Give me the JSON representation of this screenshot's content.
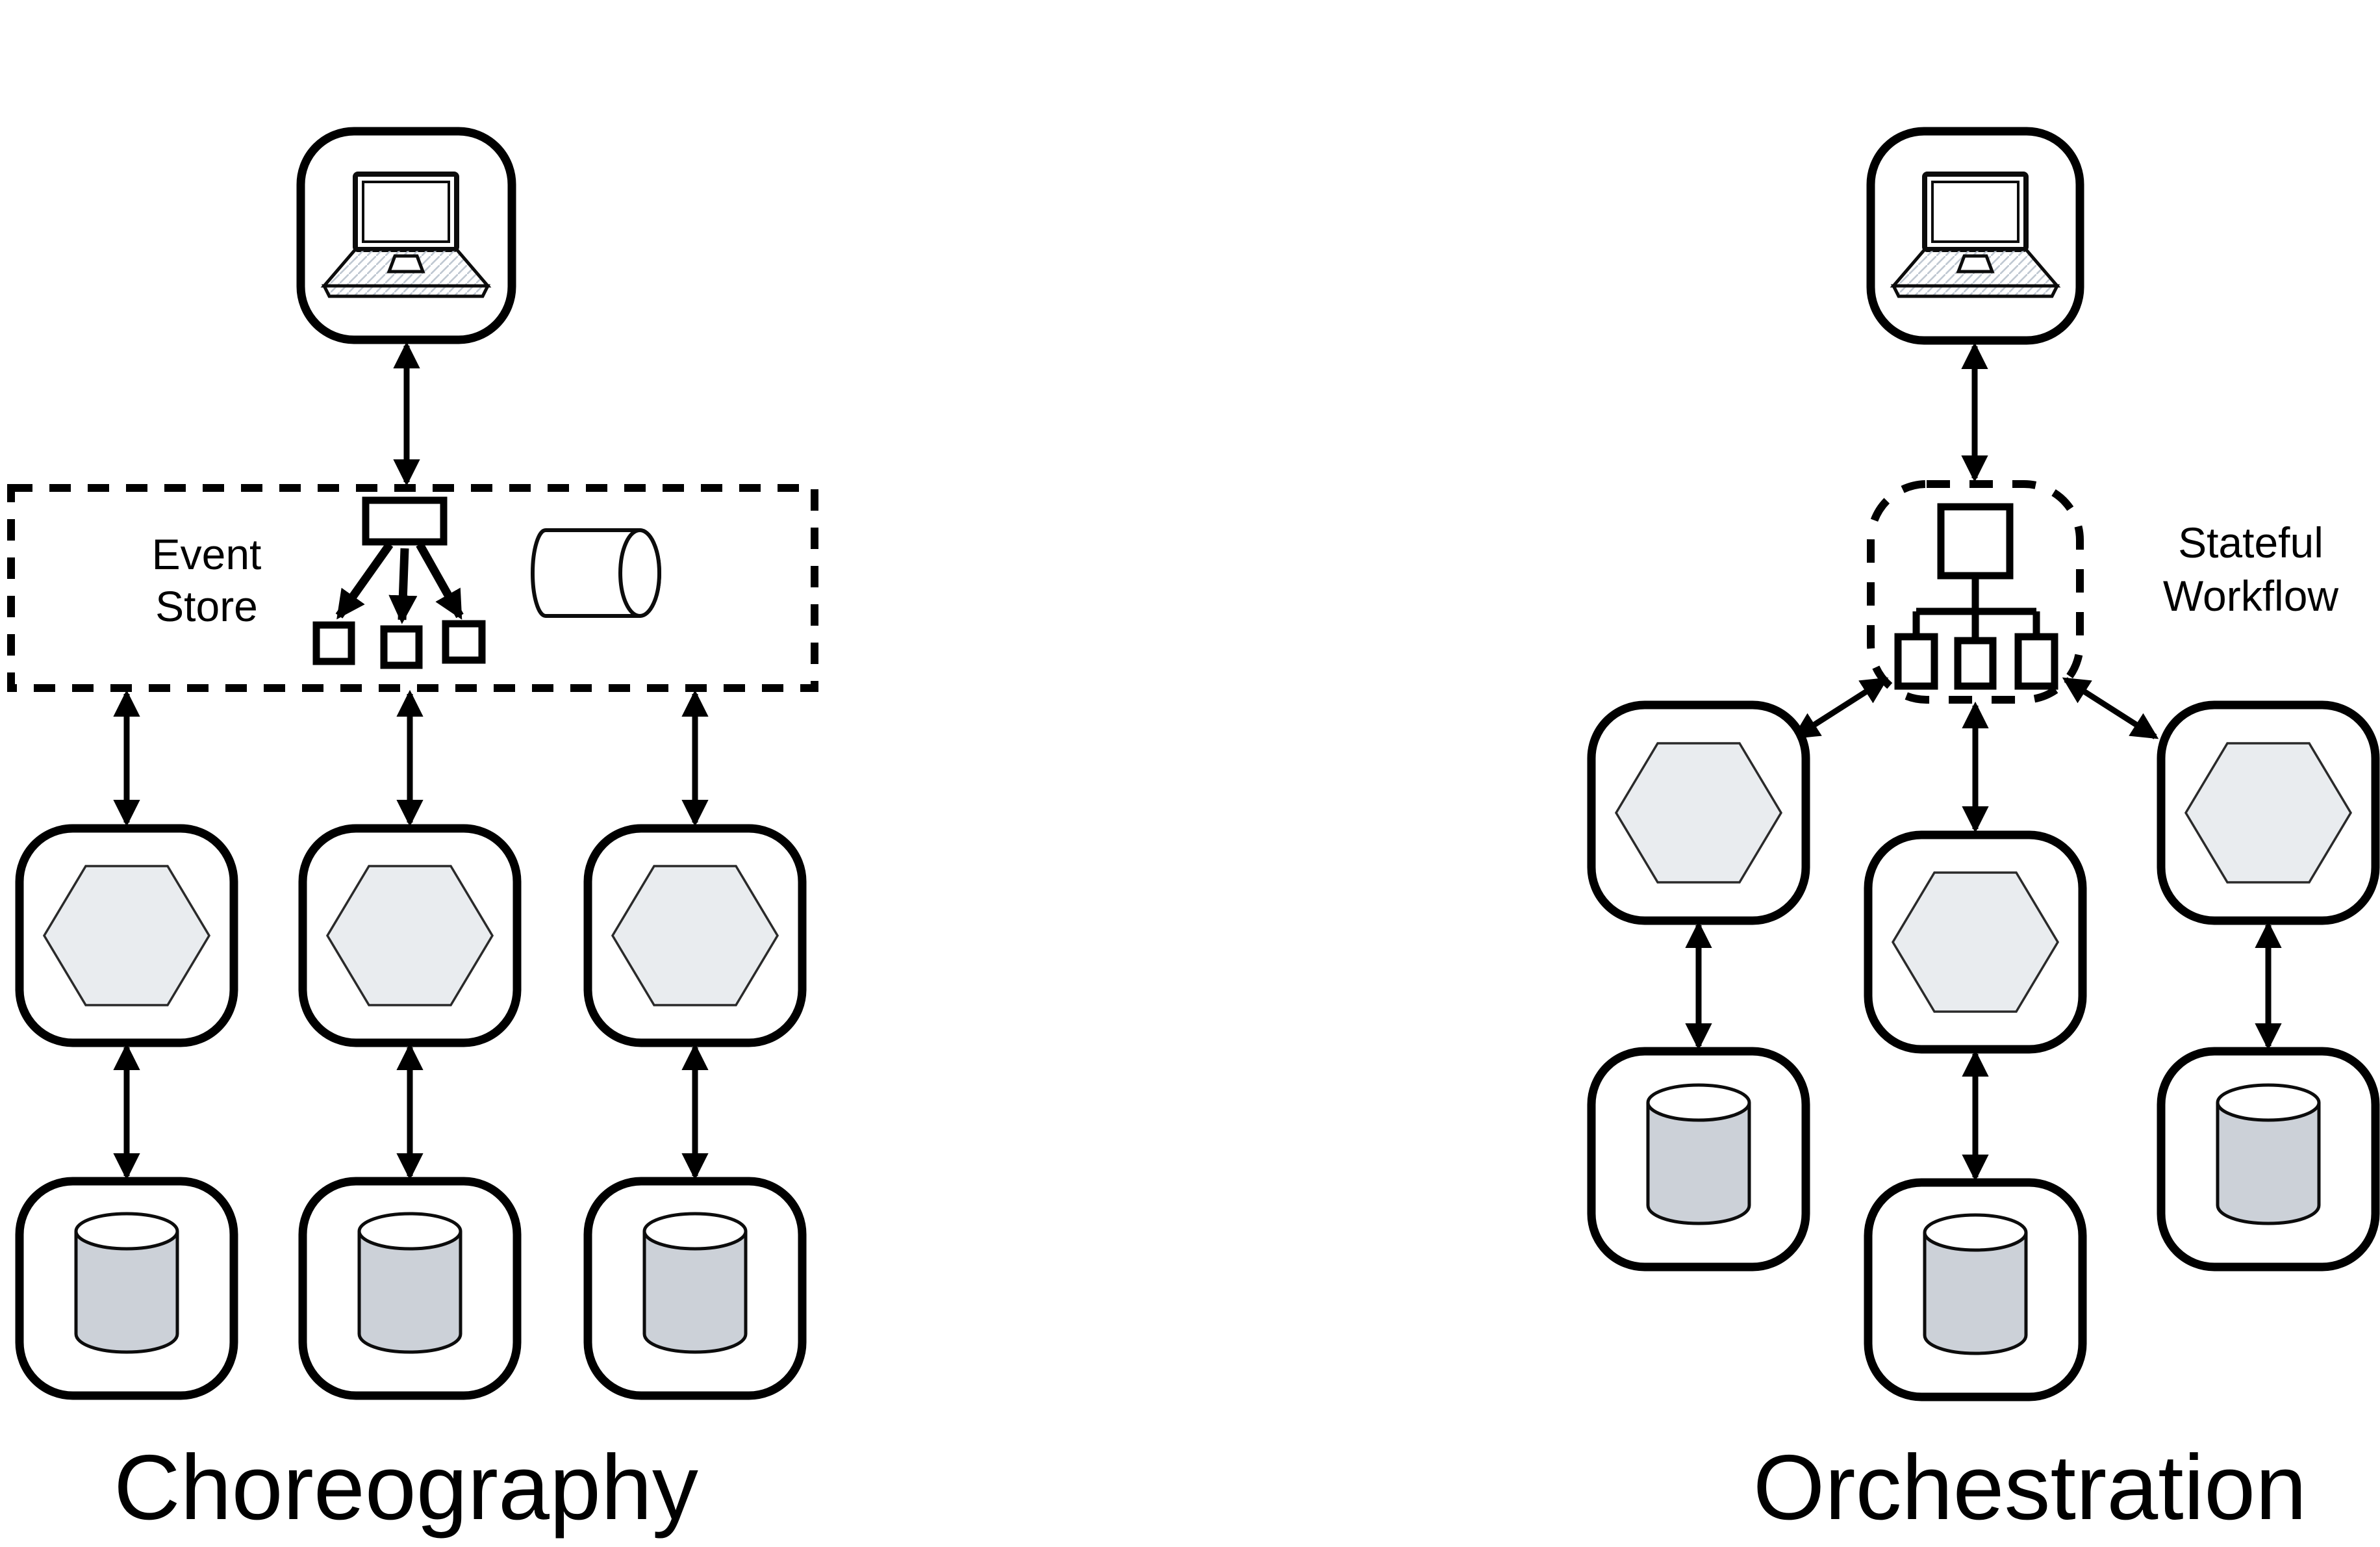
{
  "page": {
    "background": "#ffffff"
  },
  "colors": {
    "line": "#000000",
    "hexagon_fill": "#e9ecef",
    "hexagon_stroke": "#2a2a2a",
    "cylinder_fill": "#ccd1d8",
    "cylinder_top_fill": "#ffffff",
    "hatch_line": "#bfc8d2"
  },
  "choreography": {
    "title": "Choreography",
    "event_store_label": {
      "line1": "Event",
      "line2": "Store"
    },
    "icons": [
      "laptop-icon",
      "fanout-publish-icon",
      "log-cylinder-icon",
      "hexagon-service-icon",
      "database-icon"
    ]
  },
  "orchestration": {
    "title": "Orchestration",
    "workflow_label": {
      "line1": "Stateful",
      "line2": "Workflow"
    },
    "icons": [
      "laptop-icon",
      "org-tree-icon",
      "hexagon-service-icon",
      "database-icon"
    ]
  }
}
